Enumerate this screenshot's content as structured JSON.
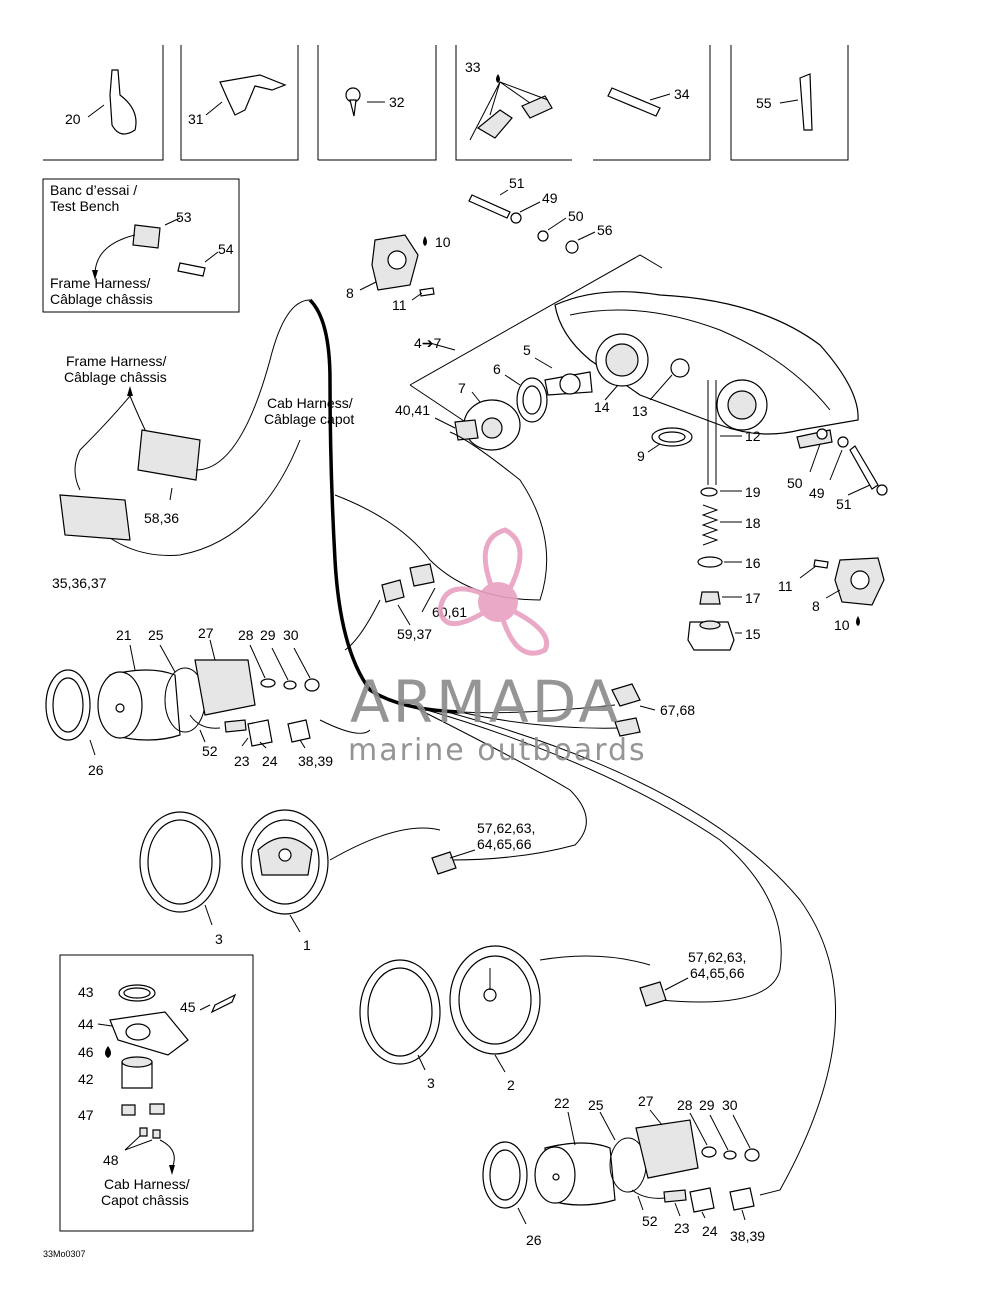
{
  "diagram_id": "33Mo0307",
  "inset_boxes": [
    {
      "id": "box-20",
      "label": "20"
    },
    {
      "id": "box-31",
      "label": "31"
    },
    {
      "id": "box-32",
      "label": "32"
    },
    {
      "id": "box-33-34",
      "labels": [
        "33",
        "34"
      ]
    },
    {
      "id": "box-55",
      "label": "55"
    }
  ],
  "test_bench": {
    "title_line1": "Banc d’essai /",
    "title_line2": "Test Bench",
    "label_53": "53",
    "label_54": "54",
    "harness_line1": "Frame Harness/",
    "harness_line2": "Câblage châssis"
  },
  "frame_harness": {
    "line1": "Frame Harness/",
    "line2": "Câblage châssis"
  },
  "cab_harness": {
    "line1": "Cab Harness/",
    "line2": "Câblage capot"
  },
  "cab_harness_2": {
    "line1": "Cab Harness/",
    "line2": "Capot châssis"
  },
  "callouts": {
    "c51a": "51",
    "c49a": "49",
    "c50a": "50",
    "c56": "56",
    "c10a": "10",
    "c8a": "8",
    "c11a": "11",
    "c4_7": "4➔7",
    "c5": "5",
    "c6": "6",
    "c7": "7",
    "c14": "14",
    "c13": "13",
    "c4041": "40,41",
    "c9": "9",
    "c12": "12",
    "c50b": "50",
    "c49b": "49",
    "c51b": "51",
    "c19": "19",
    "c18": "18",
    "c16": "16",
    "c11b": "11",
    "c8b": "8",
    "c10b": "10",
    "c17": "17",
    "c15": "15",
    "c5836": "58,36",
    "c353637": "35,36,37",
    "c6061": "60,61",
    "c5937": "59,37",
    "c21": "21",
    "c25a": "25",
    "c27a": "27",
    "c28a": "28",
    "c29a": "29",
    "c30a": "30",
    "c26a": "26",
    "c52a": "52",
    "c23a": "23",
    "c24a": "24",
    "c3839a": "38,39",
    "c6768": "67,68",
    "c57a1": "57,62,63,",
    "c57a2": "64,65,66",
    "c3a": "3",
    "c1": "1",
    "c57b1": "57,62,63,",
    "c57b2": "64,65,66",
    "c3b": "3",
    "c2": "2",
    "c43": "43",
    "c44": "44",
    "c45": "45",
    "c46": "46",
    "c42": "42",
    "c47": "47",
    "c48": "48",
    "c22": "22",
    "c25b": "25",
    "c27b": "27",
    "c28b": "28",
    "c29b": "29",
    "c30b": "30",
    "c26b": "26",
    "c52b": "52",
    "c23b": "23",
    "c24b": "24",
    "c3839b": "38,39"
  },
  "watermark": {
    "line1": "ARMADA",
    "line2": "marine outboards",
    "logo_color": "#e8a0c0",
    "text_color": "#8a8a8a"
  }
}
